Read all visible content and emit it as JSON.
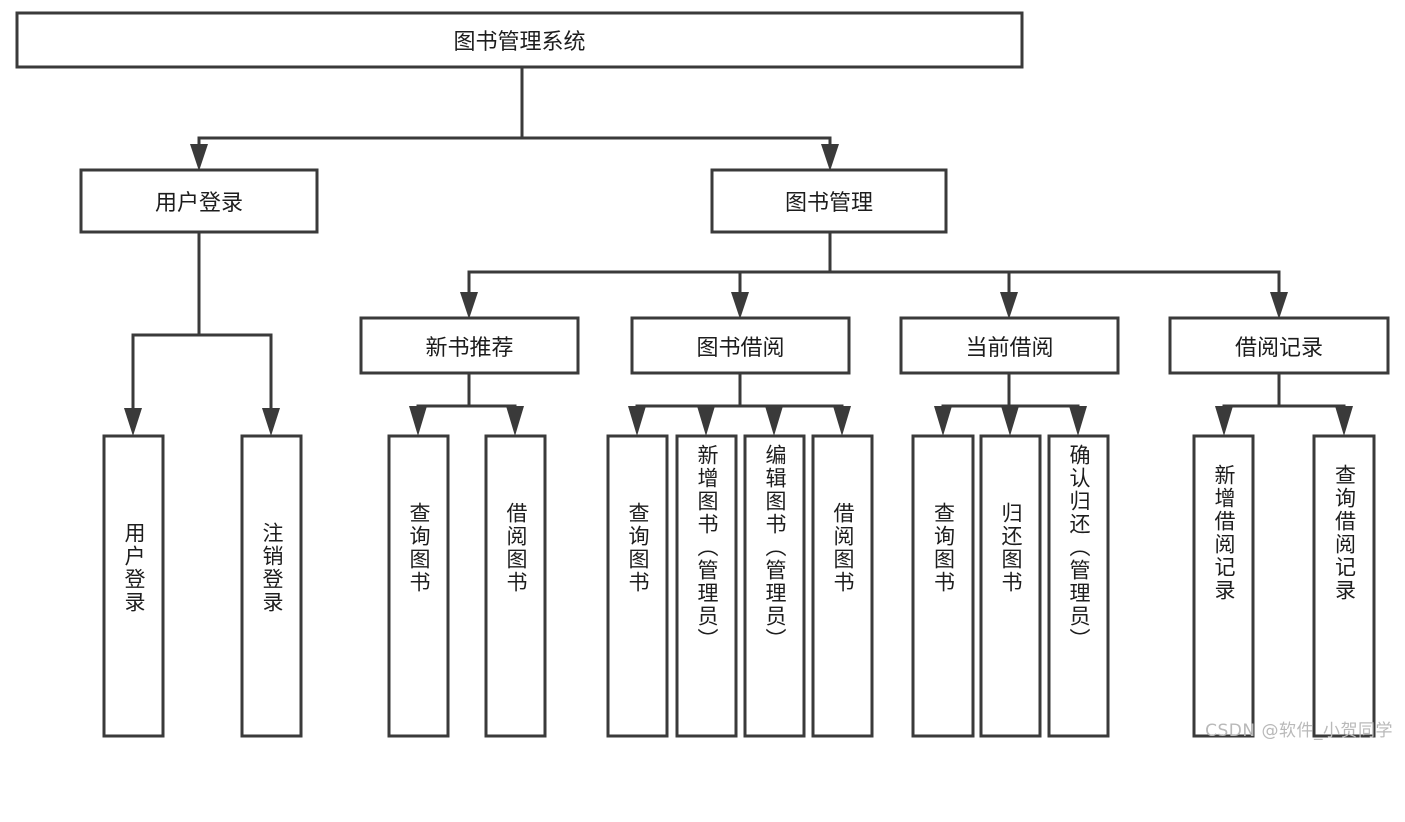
{
  "diagram": {
    "title": "图书管理系统",
    "type": "tree-hierarchy",
    "watermark": "CSDN @软件_小贺同学",
    "colors": {
      "stroke": "#3a3a3a",
      "fill": "#ffffff",
      "text": "#1d1d1d",
      "watermark": "#b9b9b9"
    },
    "root": {
      "label": "图书管理系统",
      "orientation": "horizontal"
    },
    "level2": [
      {
        "label": "用户登录",
        "orientation": "horizontal"
      },
      {
        "label": "图书管理",
        "orientation": "horizontal"
      }
    ],
    "level3": [
      {
        "label": "新书推荐",
        "orientation": "horizontal"
      },
      {
        "label": "图书借阅",
        "orientation": "horizontal"
      },
      {
        "label": "当前借阅",
        "orientation": "horizontal"
      },
      {
        "label": "借阅记录",
        "orientation": "horizontal"
      }
    ],
    "leaves": {
      "user_login": [
        {
          "label": "用户登录",
          "orientation": "vertical"
        },
        {
          "label": "注销登录",
          "orientation": "vertical"
        }
      ],
      "new_book_recommend": [
        {
          "label": "查询图书",
          "orientation": "vertical"
        },
        {
          "label": "借阅图书",
          "orientation": "vertical"
        }
      ],
      "book_borrow": [
        {
          "label": "查询图书",
          "orientation": "vertical"
        },
        {
          "label": "新增图书（管理员）",
          "orientation": "vertical"
        },
        {
          "label": "编辑图书（管理员）",
          "orientation": "vertical"
        },
        {
          "label": "借阅图书",
          "orientation": "vertical"
        }
      ],
      "current_borrow": [
        {
          "label": "查询图书",
          "orientation": "vertical"
        },
        {
          "label": "归还图书",
          "orientation": "vertical"
        },
        {
          "label": "确认归还（管理员）",
          "orientation": "vertical"
        }
      ],
      "borrow_record": [
        {
          "label": "新增借阅记录",
          "orientation": "vertical"
        },
        {
          "label": "查询借阅记录",
          "orientation": "vertical"
        }
      ]
    }
  }
}
